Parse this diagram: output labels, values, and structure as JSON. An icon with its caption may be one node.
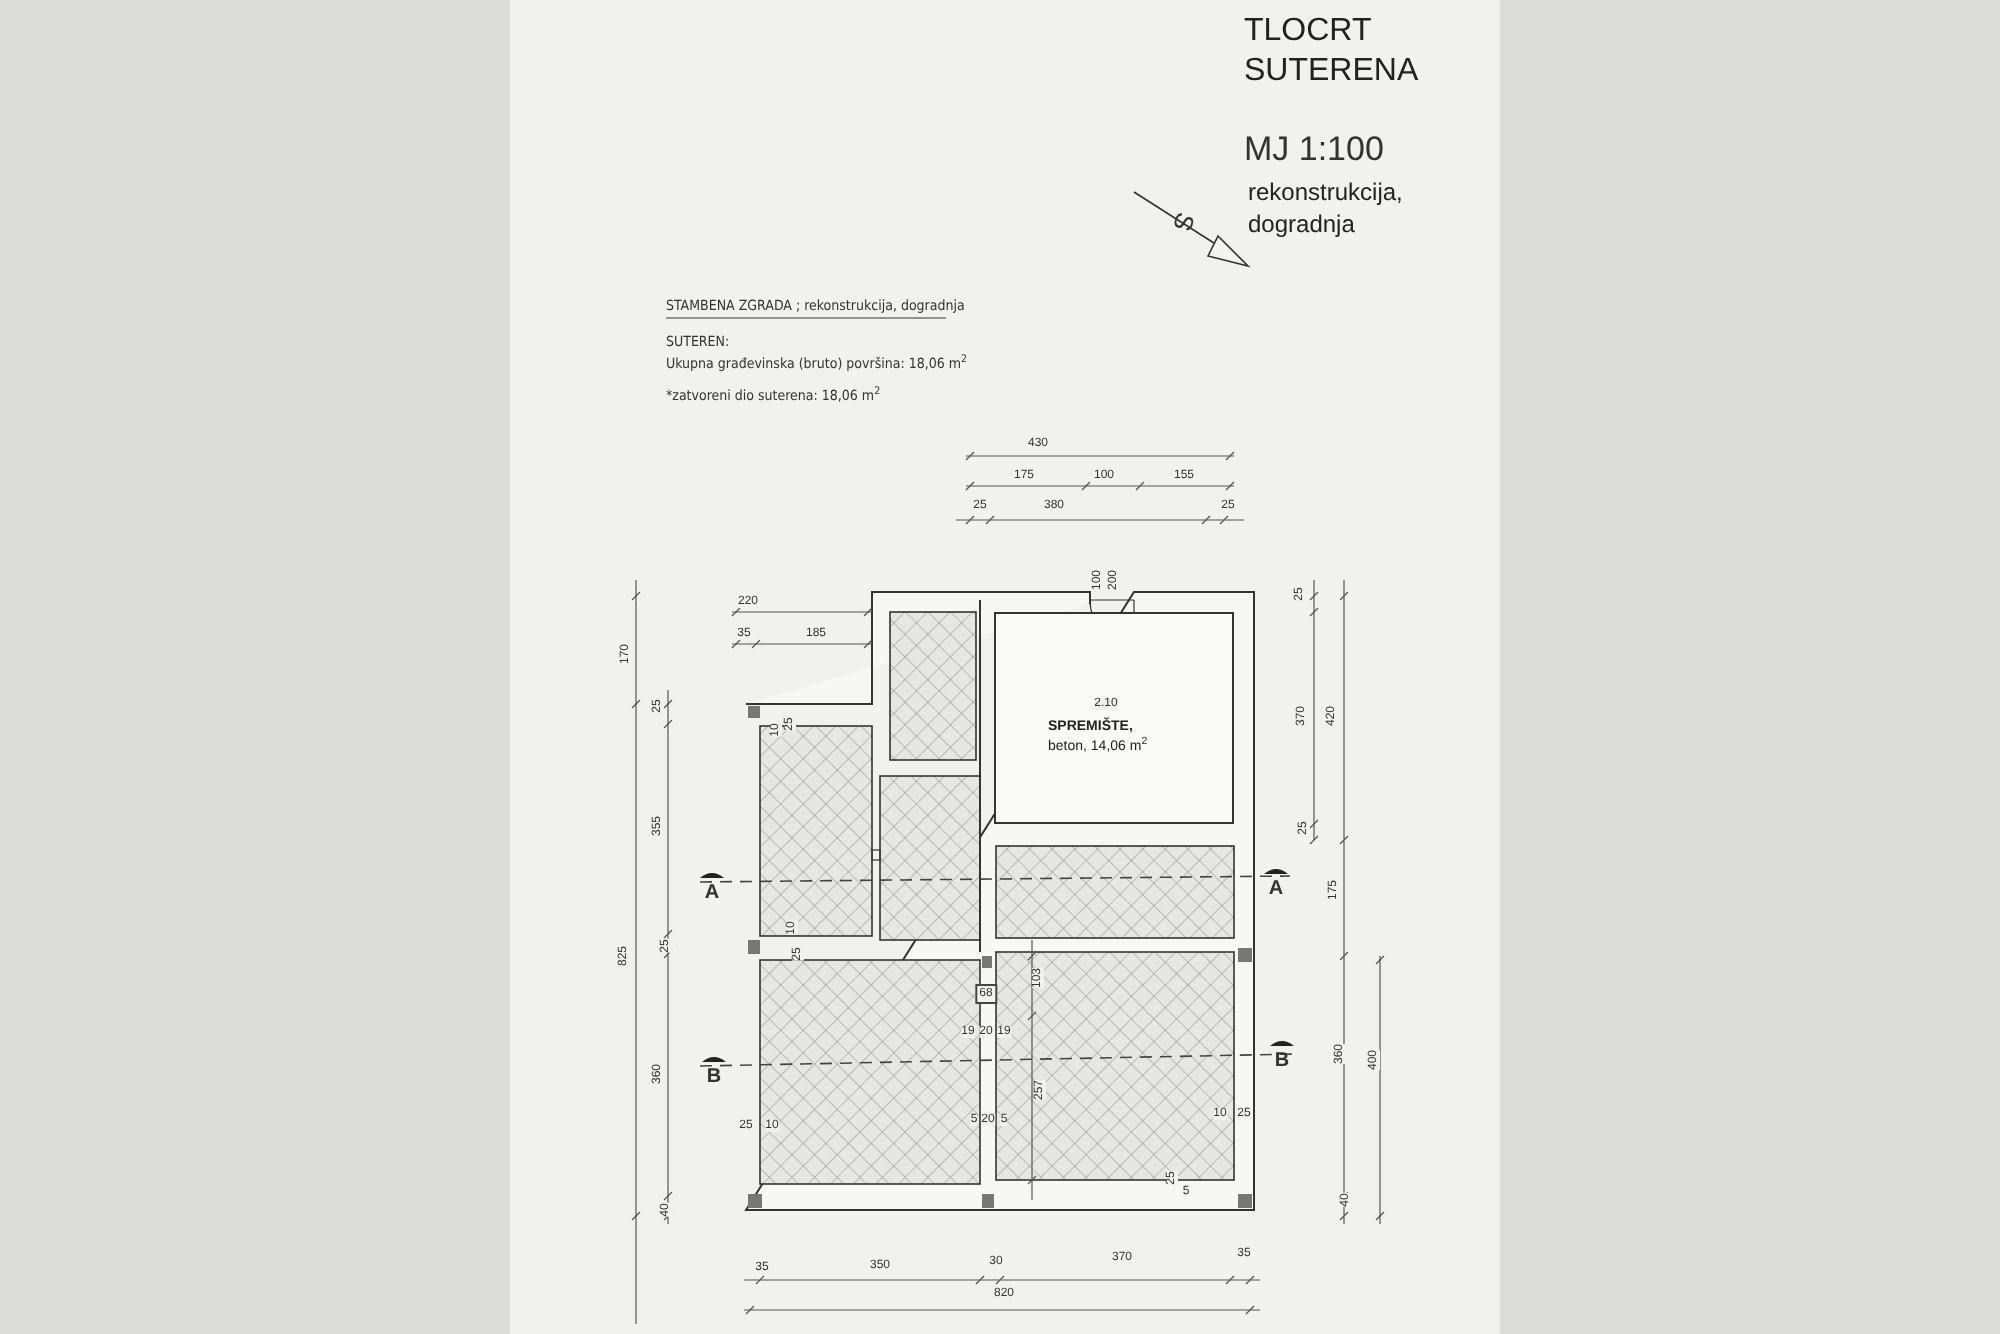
{
  "diagram": {
    "title": "TLOCRT SUTERENA",
    "nodes": [
      {
        "text": [
          "SPREMIŠTE,",
          "beton, 14,06 m$^{2}$"
        ]
      }
    ],
    "edges": [],
    "labels": [
      "MJ 1:100",
      "rekonstrukcija, dogradnja",
      "S",
      "STAMBENA ZGRADA ; rekonstrukcija, dogradnja",
      "SUTEREN:",
      "Ukupna građevinska (bruto) površina: 18,06 m$^{2}$",
      "*zatvoreni dio suterena: 18,06 m$^{2}$",
      "430",
      "175",
      "100",
      "155",
      "25",
      "380",
      "25",
      "220",
      "35",
      "185",
      "100",
      "200",
      "2.10",
      "170",
      "25",
      "355",
      "825",
      "25",
      "360",
      "40",
      "25",
      "370",
      "420",
      "25",
      "175",
      "360",
      "400",
      "40",
      "10",
      "25",
      "10",
      "25",
      "68",
      "103",
      "19",
      "20",
      "19",
      "257",
      "5",
      "20",
      "5",
      "25",
      "10",
      "10",
      "25",
      "25",
      "5",
      "35",
      "350",
      "30",
      "370",
      "35",
      "820",
      "A",
      "A",
      "B",
      "B"
    ]
  }
}
